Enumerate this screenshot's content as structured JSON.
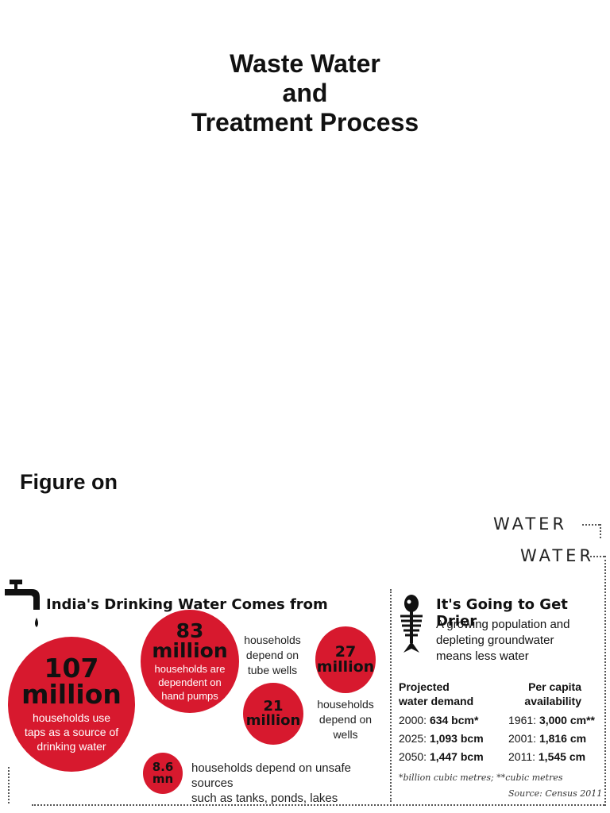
{
  "slide": {
    "title_lines": [
      "Waste Water",
      "and",
      "Treatment Process"
    ],
    "figure_label": "Figure on"
  },
  "infographic": {
    "watermarks": [
      "WATER",
      "WATER"
    ],
    "left_title": "India's Drinking Water Comes from",
    "circles": [
      {
        "value": "107",
        "unit": "million",
        "text_lines": [
          "households use",
          "taps as a source of",
          "drinking water"
        ]
      },
      {
        "value": "83",
        "unit": "million",
        "text_lines": [
          "households are",
          "dependent on",
          "hand pumps"
        ]
      },
      {
        "value": "21",
        "unit": "million"
      },
      {
        "value": "27",
        "unit": "million"
      },
      {
        "value": "8.6",
        "unit": "mn"
      }
    ],
    "notes": {
      "tube_wells": [
        "households",
        "depend on",
        "tube wells"
      ],
      "wells": [
        "households",
        "depend on",
        "wells"
      ],
      "unsafe": [
        "households depend on unsafe sources",
        "such as tanks, ponds, lakes"
      ]
    },
    "right_title": "It's Going to Get Drier",
    "right_subtitle_lines": [
      "A growing population and",
      "depleting groundwater",
      "means less water"
    ],
    "table": {
      "col1_header": [
        "Projected",
        "water demand"
      ],
      "col2_header": [
        "Per capita",
        "availability"
      ],
      "rows": [
        {
          "demand_year": "2000:",
          "demand_value": "634 bcm*",
          "avail_year": "1961:",
          "avail_value": "3,000 cm**"
        },
        {
          "demand_year": "2025:",
          "demand_value": "1,093 bcm",
          "avail_year": "2001:",
          "avail_value": "1,816 cm"
        },
        {
          "demand_year": "2050:",
          "demand_value": "1,447 bcm",
          "avail_year": "2011:",
          "avail_value": "1,545 cm"
        }
      ]
    },
    "footnote": "*billion cubic metres; **cubic metres",
    "source": "Source: Census 2011",
    "colors": {
      "accent_red": "#d7192e",
      "text": "#111111"
    },
    "icons": [
      "tap-icon",
      "fish-skeleton-icon"
    ]
  }
}
